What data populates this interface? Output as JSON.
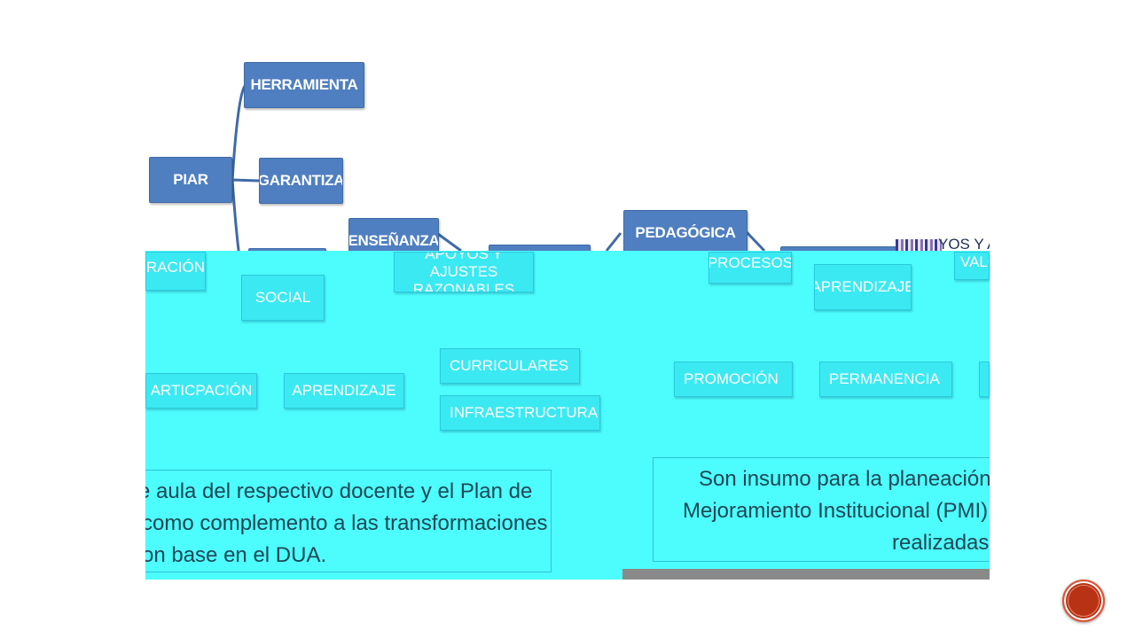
{
  "top": {
    "piar": "PIAR",
    "herramienta": "HERRAMIENTA",
    "garantiza": "GARANTIZA",
    "ensenanza": "ENSEÑANZA",
    "pedagogica": "PEDAGÓGICA",
    "apoyos_fragment": "YOS Y A"
  },
  "left_diagram": {
    "racion": "RACIÓN",
    "social": "SOCIAL",
    "apoyos": "APOYOS Y AJUSTES RAZONABLES",
    "articpacion": "ARTICPACIÓN",
    "aprendizaje": "APRENDIZAJE",
    "curriculares": "CURRICULARES",
    "infraestructura": "INFRAESTRUCTURA",
    "text_lines": [
      "e aula del respectivo docente y el Plan de",
      "como complemento a las transformaciones",
      "on base en el DUA."
    ]
  },
  "right_diagram": {
    "procesos": "PROCESOS",
    "aprendizaje": "APRENDIZAJE",
    "valo": "VALO",
    "promocion": "PROMOCIÓN",
    "permanencia": "PERMANENCIA",
    "text_lines": [
      "Son insumo para la planeación d",
      "Mejoramiento Institucional (PMI),",
      "realizadas c"
    ]
  },
  "colors": {
    "blue_box": "#4f7fc0",
    "cyan_panel": "#4dfcfc",
    "cyan_box": "#3be9f2",
    "nav_button": "#b83215"
  },
  "nav": {
    "icon": "next-slide-button"
  }
}
